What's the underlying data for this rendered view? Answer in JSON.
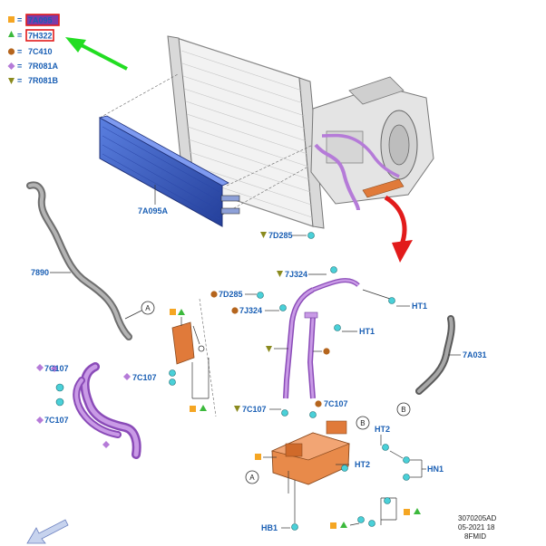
{
  "legend": [
    {
      "symbol": "square",
      "color": "#f5a623",
      "text": "7A095",
      "boxed": true
    },
    {
      "symbol": "triangle",
      "color": "#3cb93c",
      "text": "7H322",
      "boxed": true
    },
    {
      "symbol": "circle",
      "color": "#b5651d",
      "text": "7C410",
      "boxed": false
    },
    {
      "symbol": "diamond",
      "color": "#b57bd8",
      "text": "7R081A",
      "boxed": false
    },
    {
      "symbol": "triangle-down",
      "color": "#8a8a1e",
      "text": "7R081B",
      "boxed": false
    }
  ],
  "equals": "=",
  "labels": {
    "cooler": "7A095A",
    "hose_left": "7890",
    "d285_top": "7D285",
    "j324_top": "7J324",
    "ht1_top": "HT1",
    "d285_mid": "7D285",
    "j324_mid": "7J324",
    "ht1_mid": "HT1",
    "c107_tl": "7C107",
    "c107_bl": "7C107",
    "c107_mid": "7C107",
    "c107_r1": "7C107",
    "c107_r2": "7C107",
    "a031": "7A031",
    "ht2_a": "HT2",
    "ht2_b": "HT2",
    "hn1": "HN1",
    "hb1": "HB1"
  },
  "callouts": {
    "a_top": "A",
    "a_bottom": "A",
    "b_mid": "B",
    "b_right": "B"
  },
  "footer": {
    "line1": "3070205AD",
    "line2": "05-2021 18",
    "line3": "8FMID"
  },
  "colors": {
    "label": "#1a5fb4",
    "cooler": "#3b5fc4",
    "purple_hose": "#b57bd8",
    "orange_part": "#e07a3a",
    "gray_hose": "#8c8c8c",
    "arrow_green": "#22dd22",
    "arrow_red": "#e21b1b"
  }
}
